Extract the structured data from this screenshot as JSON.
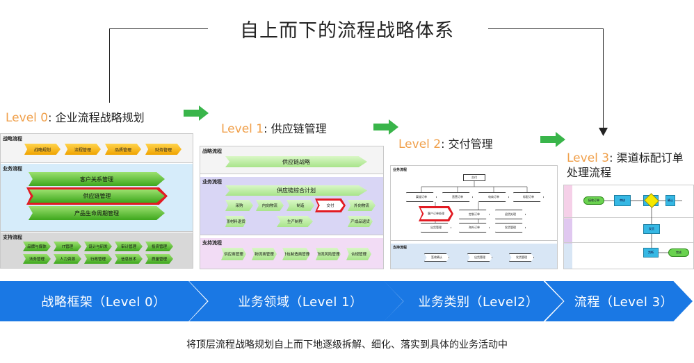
{
  "title": "自上而下的流程战略体系",
  "caption": "将顶层流程战略规划自上而下地逐级拆解、细化、落实到具体的业务活动中",
  "levels": [
    {
      "key": "Level 0",
      "name": "企业流程战略规划"
    },
    {
      "key": "Level 1",
      "name": "供应链管理"
    },
    {
      "key": "Level 2",
      "name": "交付管理"
    },
    {
      "key": "Level 3",
      "name": "渠道标配订单",
      "name2": "处理流程"
    }
  ],
  "level0": {
    "strategy_label": "战略流程",
    "strategy_items": [
      "战略规划",
      "流程管理",
      "品质管理",
      "财务管理"
    ],
    "business_label": "业务流程",
    "business_items": [
      "客户关系管理",
      "供应链管理",
      "产品生命周期管理"
    ],
    "support_label": "支持流程",
    "support_items": [
      "品牌与媒体",
      "IT管理",
      "设计与研发",
      "审计管理",
      "投资管理",
      "法务管理",
      "人力资源",
      "行政管理",
      "信息技术",
      "质量管理"
    ]
  },
  "level1": {
    "strategy_label": "战略流程",
    "strategy_item": "供应链战略",
    "business_label": "业务流程",
    "plan_item": "供应链综合计划",
    "chain_items": [
      "采购",
      "内向物流",
      "制造",
      "交付",
      "外向物流"
    ],
    "sub_items": [
      "原材料退货",
      "生产制程",
      "产成品退货"
    ],
    "support_label": "支持流程",
    "support_items": [
      "供应商管理",
      "物流商管理",
      "外包制造商管理",
      "物流风险管理",
      "合规管理"
    ]
  },
  "level2": {
    "top_label": "业务流程",
    "bottom_label": "支持流程",
    "nodes": [
      "交付",
      "渠道订单",
      "直营订单",
      "电商订单",
      "标配订单",
      "定制订单",
      "海外订单",
      "客户订单处理",
      "出货管理",
      "退货处理",
      "发货管理",
      "签收确认"
    ]
  },
  "level3": {
    "nodes": [
      "接收订单",
      "审核",
      "检查",
      "判断",
      "确认",
      "发货",
      "完成"
    ]
  },
  "bands": [
    "战略框架（Level 0）",
    "业务领域（Level 1）",
    "业务类别（Level2）",
    "流程（Level 3）"
  ],
  "colors": {
    "accent": "#f0a04b",
    "band": "#1a78e4",
    "arrow": "#39b54a",
    "highlight": "#e21b23"
  }
}
